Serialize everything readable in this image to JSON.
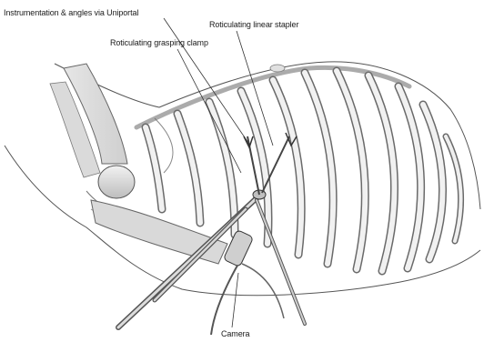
{
  "labels": {
    "uniportal": "Instrumentation & angles via Uniportal",
    "stapler": "Roticulating linear stapler",
    "clamp": "Roticulating grasping clamp",
    "camera": "Camera"
  }
}
